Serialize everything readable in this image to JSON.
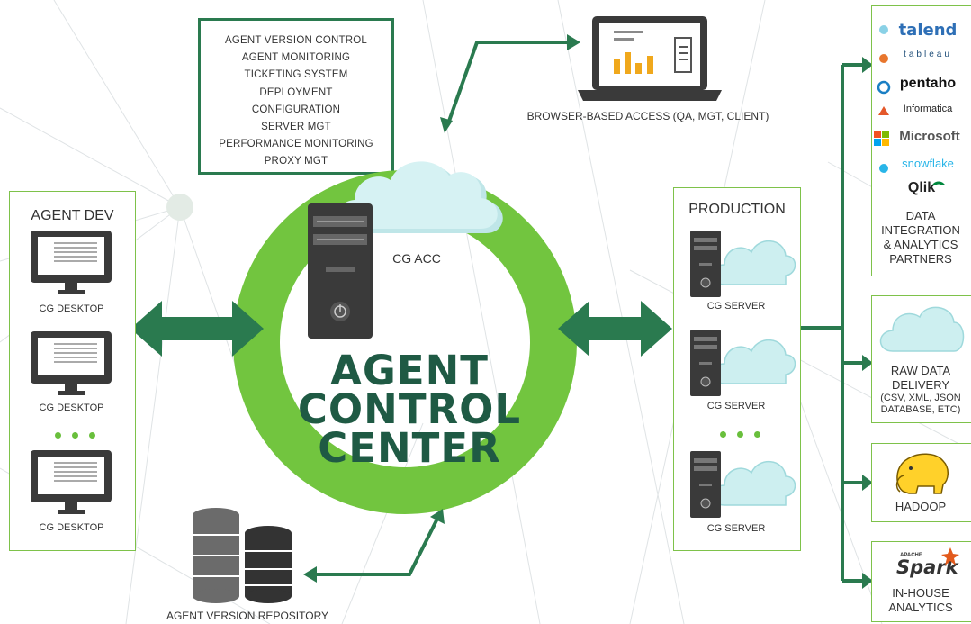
{
  "functions": [
    "AGENT VERSION CONTROL",
    "AGENT MONITORING",
    "TICKETING SYSTEM",
    "DEPLOYMENT",
    "CONFIGURATION",
    "SERVER MGT",
    "PERFORMANCE MONITORING",
    "PROXY MGT"
  ],
  "browser_label": "BROWSER-BASED ACCESS (QA, MGT, CLIENT)",
  "center": {
    "acc_label": "CG ACC",
    "title_line1": "AGENT",
    "title_line2": "CONTROL",
    "title_line3": "CENTER"
  },
  "agent_dev": {
    "title": "AGENT DEV",
    "desktop_label_1": "CG DESKTOP",
    "desktop_label_2": "CG DESKTOP",
    "desktop_label_3": "CG DESKTOP"
  },
  "production": {
    "title": "PRODUCTION",
    "server_label_1": "CG SERVER",
    "server_label_2": "CG SERVER",
    "server_label_3": "CG SERVER"
  },
  "repository_label": "AGENT VERSION REPOSITORY",
  "partners": {
    "logos": [
      "talend",
      "tableau",
      "pentaho",
      "Informatica",
      "Microsoft",
      "snowflake",
      "Qlik"
    ],
    "label_line1": "DATA",
    "label_line2": "INTEGRATION",
    "label_line3": "& ANALYTICS",
    "label_line4": "PARTNERS"
  },
  "raw_data": {
    "line1": "RAW DATA",
    "line2": "DELIVERY",
    "line3": "(CSV, XML, JSON",
    "line4": "DATABASE, ETC)"
  },
  "hadoop_label": "HADOOP",
  "spark": {
    "logo_small": "APACHE",
    "logo": "Spark",
    "line1": "IN-HOUSE",
    "line2": "ANALYTICS"
  },
  "colors": {
    "ring": "#72c53f",
    "arrow": "#2a7a4f",
    "title": "#1f5a44",
    "cloud": "#cdeff0",
    "dark": "#3a3a3a",
    "bar": "#f0a81c"
  }
}
